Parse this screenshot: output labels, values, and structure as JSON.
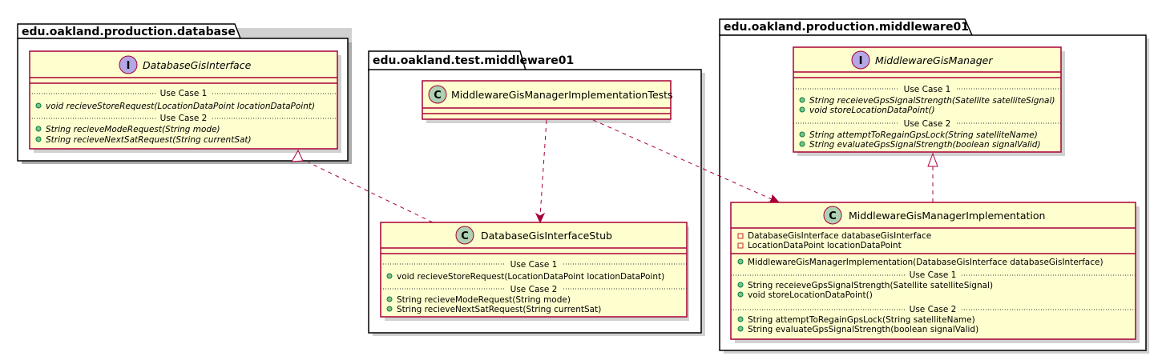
{
  "packages": {
    "database": {
      "name": "edu.oakland.production.database"
    },
    "test": {
      "name": "edu.oakland.test.middleware01"
    },
    "middleware": {
      "name": "edu.oakland.production.middleware01"
    }
  },
  "classes": {
    "database_gis_interface": {
      "stereotype_letter": "I",
      "name": "DatabaseGisInterface",
      "use_case_1": "Use Case 1",
      "use_case_2": "Use Case 2",
      "m1": "void recieveStoreRequest(LocationDataPoint locationDataPoint)",
      "m2": "String recieveModeRequest(String mode)",
      "m3": "String recieveNextSatRequest(String currentSat)"
    },
    "tests": {
      "stereotype_letter": "C",
      "name": "MiddlewareGisManagerImplementationTests"
    },
    "stub": {
      "stereotype_letter": "C",
      "name": "DatabaseGisInterfaceStub",
      "use_case_1": "Use Case 1",
      "use_case_2": "Use Case 2",
      "m1": "void recieveStoreRequest(LocationDataPoint locationDataPoint)",
      "m2": "String recieveModeRequest(String mode)",
      "m3": "String recieveNextSatRequest(String currentSat)"
    },
    "manager": {
      "stereotype_letter": "I",
      "name": "MiddlewareGisManager",
      "use_case_1": "Use Case 1",
      "use_case_2": "Use Case 2",
      "m1": "String receieveGpsSignalStrength(Satellite satelliteSignal)",
      "m2": "void storeLocationDataPoint()",
      "m3": "String attemptToRegainGpsLock(String satelliteName)",
      "m4": "String evaluateGpsSignalStrength(boolean signalValid)"
    },
    "impl": {
      "stereotype_letter": "C",
      "name": "MiddlewareGisManagerImplementation",
      "f1": "DatabaseGisInterface databaseGisInterface",
      "f2": "LocationDataPoint locationDataPoint",
      "ctor": "MiddlewareGisManagerImplementation(DatabaseGisInterface databaseGisInterface)",
      "use_case_1": "Use Case 1",
      "use_case_2": "Use Case 2",
      "m1": "String receieveGpsSignalStrength(Satellite satelliteSignal)",
      "m2": "void storeLocationDataPoint()",
      "m3": "String attemptToRegainGpsLock(String satelliteName)",
      "m4": "String evaluateGpsSignalStrength(boolean signalValid)"
    }
  }
}
